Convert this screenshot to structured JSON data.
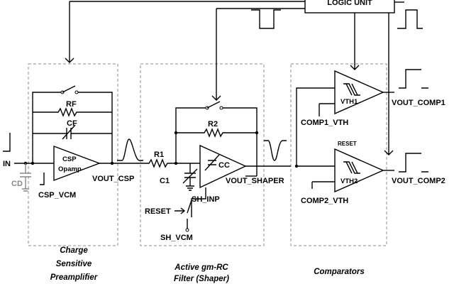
{
  "logic_unit": {
    "label": "LOGIC UNIT"
  },
  "sections": {
    "csp": {
      "line1": "Charge",
      "line2": "Sensitive",
      "line3": "Preamplifier"
    },
    "shaper": {
      "line1": "Active gm-RC",
      "line2": "Filter (Shaper)"
    },
    "comparators": {
      "line1": "Comparators"
    }
  },
  "labels": {
    "input": "IN",
    "cd": "CD",
    "csp_vcm": "CSP_VCM",
    "rf": "RF",
    "cf": "CF",
    "csp_opamp_line1": "CSP",
    "csp_opamp_line2": "Opamp",
    "vout_csp": "VOUT_CSP",
    "r1": "R1",
    "c1": "C1",
    "r2": "R2",
    "cc": "CC",
    "vout_shaper": "VOUT_SHAPER",
    "sh_inp": "SH_INP",
    "reset_switch": "RESET",
    "sh_vcm": "SH_VCM",
    "vth1": "VTH1",
    "comp1_vth": "COMP1_VTH",
    "vout_comp1": "VOUT_COMP1",
    "reset_comp": "RESET",
    "vth2": "VTH2",
    "comp2_vth": "COMP2_VTH",
    "vout_comp2": "VOUT_COMP2"
  },
  "colors": {
    "ink": "#000000",
    "dashed_box": "#8c8c8c",
    "cd_grey": "#888888"
  }
}
